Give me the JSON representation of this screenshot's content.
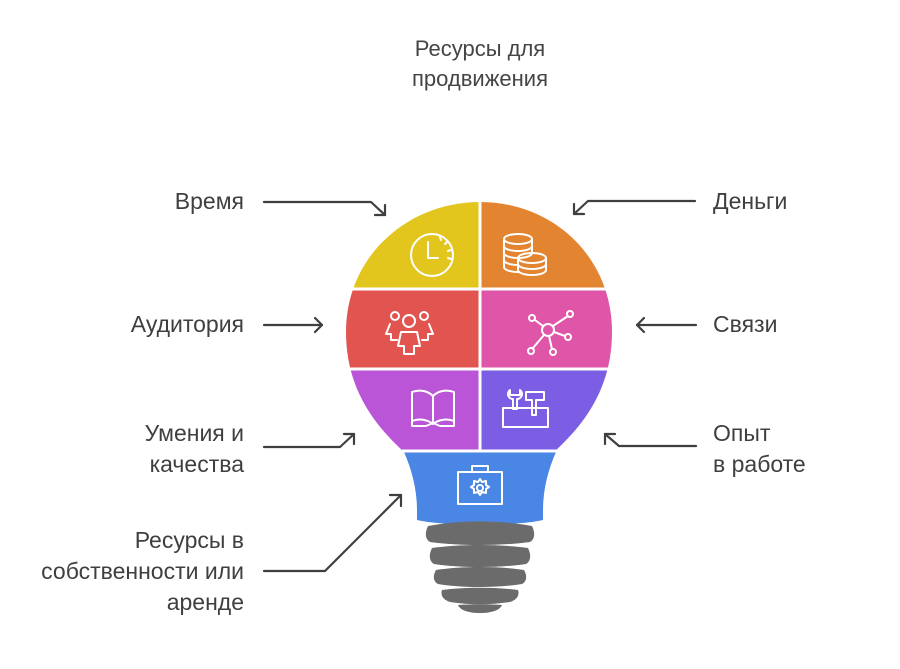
{
  "title": {
    "line1": "Ресурсы для",
    "line2": "продвижения"
  },
  "segments": [
    {
      "id": "time",
      "label": "Время",
      "icon": "clock-icon",
      "color": "#E2C61E",
      "side": "left"
    },
    {
      "id": "money",
      "label": "Деньги",
      "icon": "coins-icon",
      "color": "#E38431",
      "side": "right"
    },
    {
      "id": "audience",
      "label": "Аудитория",
      "icon": "people-group-icon",
      "color": "#E2544F",
      "side": "left"
    },
    {
      "id": "connections",
      "label": "Связи",
      "icon": "network-hub-icon",
      "color": "#DF56A8",
      "side": "right"
    },
    {
      "id": "skills",
      "label_lines": [
        "Умения и",
        "качества"
      ],
      "icon": "open-book-icon",
      "color": "#BA55D8",
      "side": "left"
    },
    {
      "id": "experience",
      "label_lines": [
        "Опыт",
        "в работе"
      ],
      "icon": "toolbox-icon",
      "color": "#7C5EE4",
      "side": "right"
    },
    {
      "id": "owned-resources",
      "label_lines": [
        "Ресурсы в",
        "собственности или",
        "аренде"
      ],
      "icon": "briefcase-gear-icon",
      "color": "#4A86E3",
      "side": "left"
    }
  ],
  "bulb_base_color": "#6B6B6B",
  "arrow_color": "#3F3F3F"
}
